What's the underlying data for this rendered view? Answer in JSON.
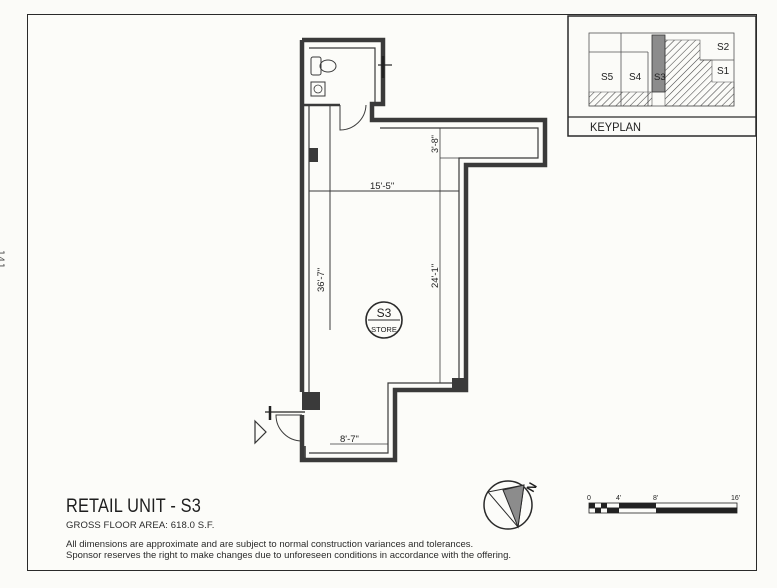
{
  "document": {
    "page_number": "141",
    "title": "RETAIL UNIT - S3",
    "gross_floor_area": "GROSS FLOOR AREA: 618.0 S.F.",
    "disclaimer_line1": "All dimensions are approximate and are subject to normal construction variances and tolerances.",
    "disclaimer_line2": "Sponsor reserves the right to make changes due to unforeseen conditions in accordance with the offering."
  },
  "plan": {
    "unit_tag": "S3",
    "room_label": "STORE",
    "dimensions": {
      "width_main": "15'-5\"",
      "depth_left": "36'-7\"",
      "depth_right": "24'-1\"",
      "notch": "3'-8\"",
      "bottom_width": "8'-7\""
    }
  },
  "keyplan": {
    "label": "KEYPLAN",
    "units": [
      "S2",
      "S1",
      "S5",
      "S4",
      "S3"
    ]
  },
  "scale_bar": {
    "ticks": [
      "0",
      "4'",
      "8'",
      "16'"
    ]
  },
  "north_arrow": {
    "letter": "N"
  },
  "colors": {
    "wall": "#3a3a3a",
    "hatch": "#555555",
    "highlight": "#8c8c8c"
  }
}
